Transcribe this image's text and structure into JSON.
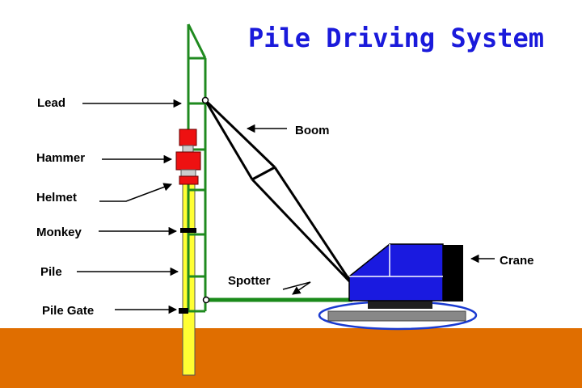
{
  "title": "Pile Driving System",
  "labels": {
    "lead": "Lead",
    "boom": "Boom",
    "hammer": "Hammer",
    "helmet": "Helmet",
    "monkey": "Monkey",
    "pile": "Pile",
    "spotter": "Spotter",
    "crane": "Crane",
    "pile_gate": "Pile Gate"
  },
  "colors": {
    "title": "#1a1adb",
    "ground": "#e06e00",
    "lead_frame": "#1f8a1f",
    "pile": "#ffff33",
    "hammer": "#ee1111",
    "crane_body": "#1a1ae0",
    "crane_counterweight": "#000000",
    "crane_track": "#888888",
    "track_outline": "#1a3ad0",
    "spotter": "#1a8a1a",
    "boom": "#000000"
  }
}
